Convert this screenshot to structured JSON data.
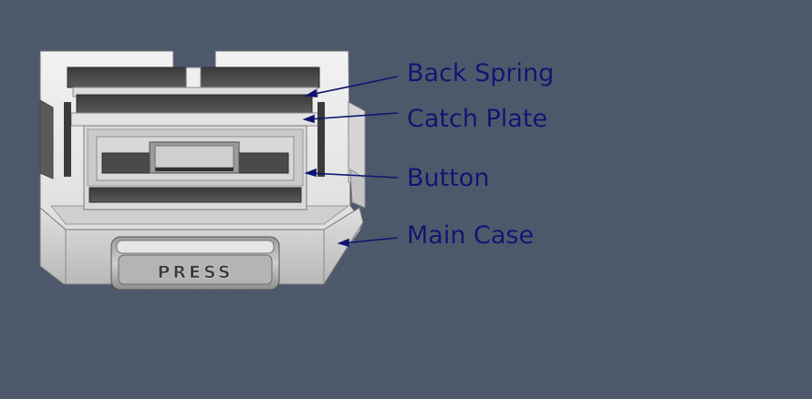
{
  "labels": {
    "back_spring": "Back Spring",
    "catch_plate": "Catch Plate",
    "button": "Button",
    "main_case": "Main Case"
  },
  "engraving": "PRESS",
  "colors": {
    "background": "#4d586b",
    "label_text": "#0f1470",
    "leader_line": "#0f1470"
  }
}
